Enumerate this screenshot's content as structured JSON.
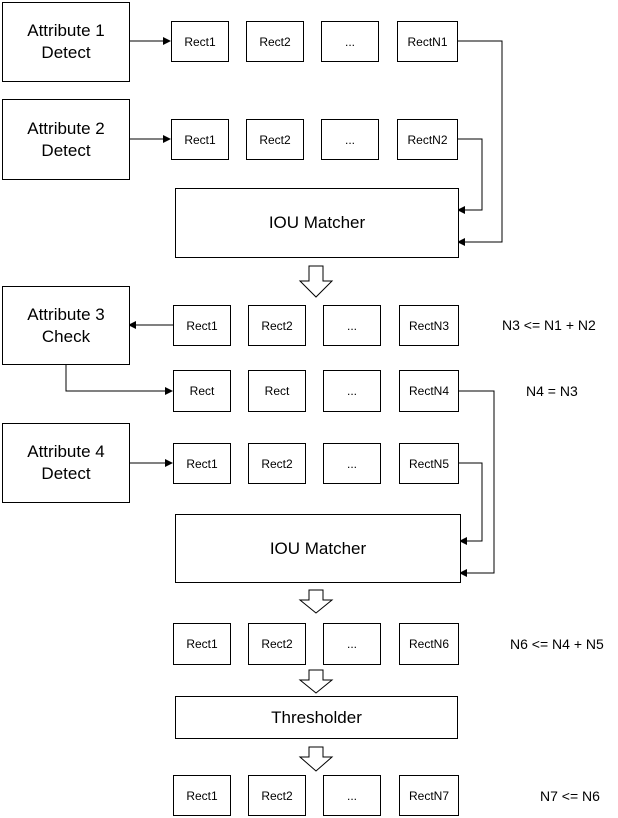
{
  "attr1": "Attribute 1\nDetect",
  "attr2": "Attribute 2\nDetect",
  "attr3": "Attribute 3\nCheck",
  "attr4": "Attribute 4\nDetect",
  "row1": [
    "Rect1",
    "Rect2",
    "...",
    "RectN1"
  ],
  "row2": [
    "Rect1",
    "Rect2",
    "...",
    "RectN2"
  ],
  "row3": [
    "Rect1",
    "Rect2",
    "...",
    "RectN3"
  ],
  "row4": [
    "Rect",
    "Rect",
    "...",
    "RectN4"
  ],
  "row5": [
    "Rect1",
    "Rect2",
    "...",
    "RectN5"
  ],
  "row6": [
    "Rect1",
    "Rect2",
    "...",
    "RectN6"
  ],
  "row7": [
    "Rect1",
    "Rect2",
    "...",
    "RectN7"
  ],
  "matcher1": "IOU Matcher",
  "matcher2": "IOU Matcher",
  "thresholder": "Thresholder",
  "notes": {
    "n3": "N3 <= N1 + N2",
    "n4": "N4 = N3",
    "n6": "N6 <= N4 + N5",
    "n7": "N7 <= N6"
  }
}
